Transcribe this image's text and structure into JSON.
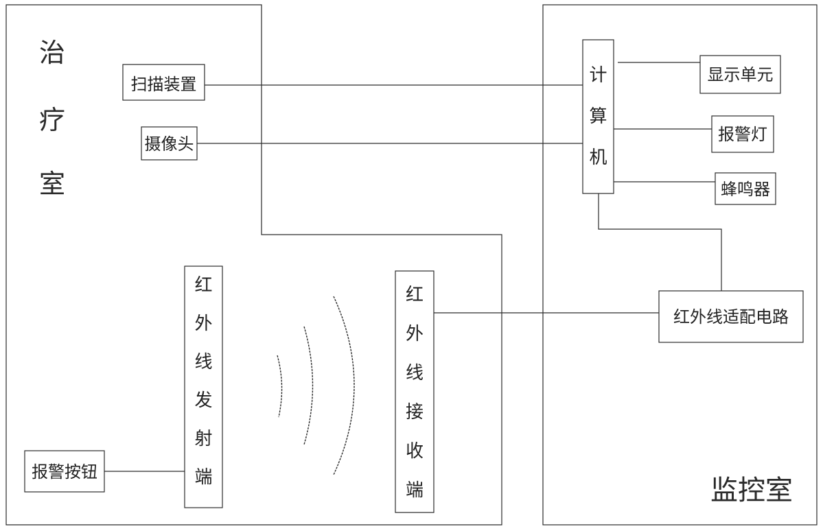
{
  "rooms": {
    "treatment": "治疗室",
    "monitor": "监控室"
  },
  "components": {
    "scanner": "扫描装置",
    "camera": "摄像头",
    "alarm_button": "报警按钮",
    "ir_transmitter": "红外线发射端",
    "ir_receiver": "红外线接收端",
    "computer": "计算机",
    "display": "显示单元",
    "alarm_light": "报警灯",
    "buzzer": "蜂鸣器",
    "ir_adapter": "红外线适配电路"
  }
}
